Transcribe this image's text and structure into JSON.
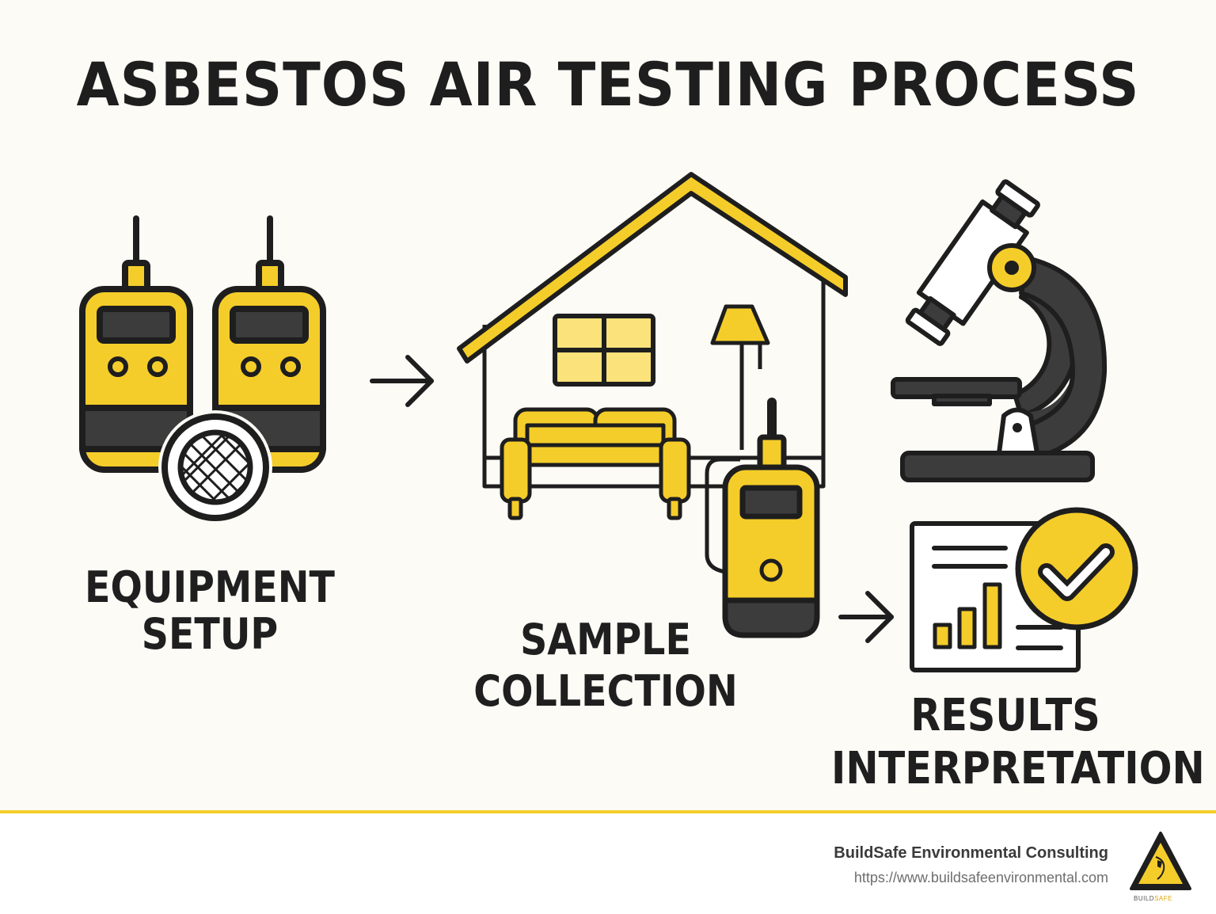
{
  "title": "ASBESTOS AIR TESTING PROCESS",
  "steps": [
    {
      "line1": "EQUIPMENT",
      "line2": "SETUP",
      "icon": "air-sampling-pumps-with-filter-icon"
    },
    {
      "line1": "SAMPLE",
      "line2": "COLLECTION",
      "icon": "house-with-air-sampler-icon"
    },
    {
      "line1": "RESULTS",
      "line2": "INTERPRETATION",
      "icon": "microscope-and-report-icon"
    }
  ],
  "arrows": [
    "arrow-right-icon",
    "arrow-right-icon"
  ],
  "colors": {
    "accent": "#f5cd2a",
    "dark": "#1e1e1e",
    "gray": "#3c3c3c",
    "background": "#fcfbf6"
  },
  "footer": {
    "company": "BuildSafe Environmental Consulting",
    "url": "https://www.buildsafeenvironmental.com",
    "logo_text_a": "BUILD",
    "logo_text_b": "SAFE"
  }
}
